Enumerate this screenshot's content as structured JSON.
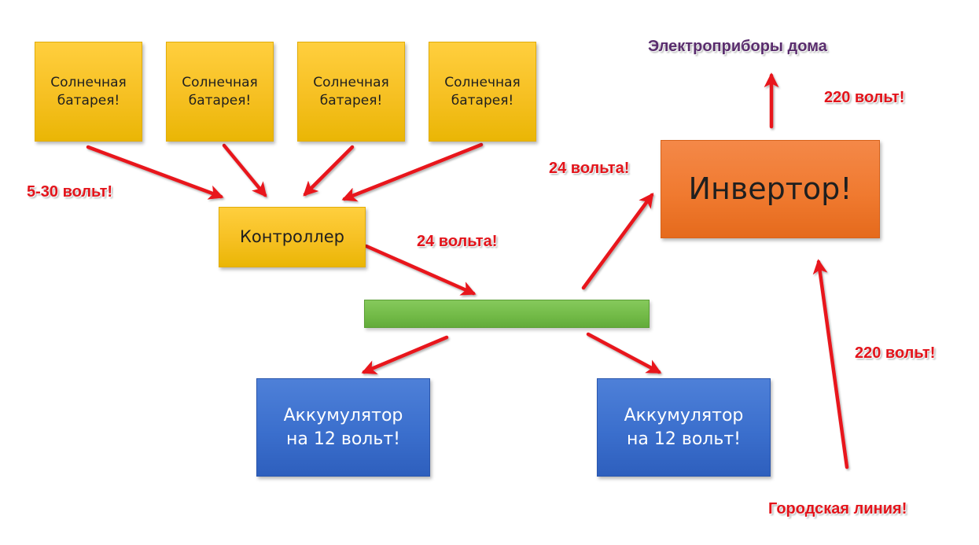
{
  "diagram": {
    "solar_panels": [
      {
        "line1": "Солнечная",
        "line2": "батарея!"
      },
      {
        "line1": "Солнечная",
        "line2": "батарея!"
      },
      {
        "line1": "Солнечная",
        "line2": "батарея!"
      },
      {
        "line1": "Солнечная",
        "line2": "батарея!"
      }
    ],
    "controller": "Контроллер",
    "inverter": "Инвертор!",
    "batteries": [
      {
        "line1": "Аккумулятор",
        "line2": "на 12 вольт!"
      },
      {
        "line1": "Аккумулятор",
        "line2": "на 12 вольт!"
      }
    ],
    "labels": {
      "panels_voltage": "5-30 вольт!",
      "controller_output": "24 вольта!",
      "inverter_input": "24 вольта!",
      "inverter_output": "220 вольт!",
      "grid_voltage": "220 вольт!",
      "appliances": "Электроприборы дома",
      "grid_line": "Городская линия!"
    },
    "colors": {
      "panel_yellow": "#f6c022",
      "inverter_orange": "#f07a30",
      "battery_blue": "#3b6fcd",
      "bus_green": "#73bb48",
      "arrow_red": "#e8141c",
      "label_red": "#e3141b",
      "label_purple": "#5a2d6e"
    }
  }
}
